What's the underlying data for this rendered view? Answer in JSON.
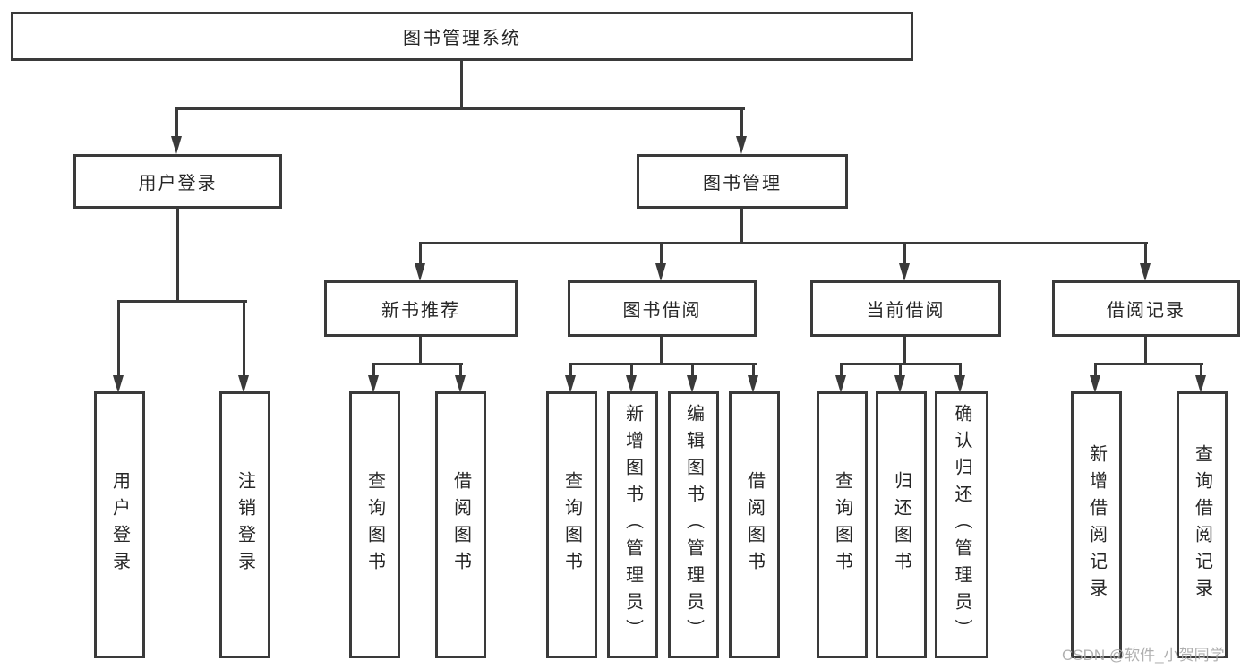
{
  "tree": {
    "root": "图书管理系统",
    "branches": [
      {
        "label": "用户登录",
        "children": [
          "用户登录",
          "注销登录"
        ]
      },
      {
        "label": "图书管理",
        "children": [
          {
            "label": "新书推荐",
            "children": [
              "查询图书",
              "借阅图书"
            ]
          },
          {
            "label": "图书借阅",
            "children": [
              "查询图书",
              "新增图书（管理员）",
              "编辑图书（管理员）",
              "借阅图书"
            ]
          },
          {
            "label": "当前借阅",
            "children": [
              "查询图书",
              "归还图书",
              "确认归还（管理员）"
            ]
          },
          {
            "label": "借阅记录",
            "children": [
              "新增借阅记录",
              "查询借阅记录"
            ]
          }
        ]
      }
    ]
  },
  "watermark": "CSDN @软件_小贺同学",
  "colors": {
    "line": "#3a3a3a",
    "text": "#262626",
    "background": "#ffffff",
    "watermark": "#a8a8a8"
  }
}
